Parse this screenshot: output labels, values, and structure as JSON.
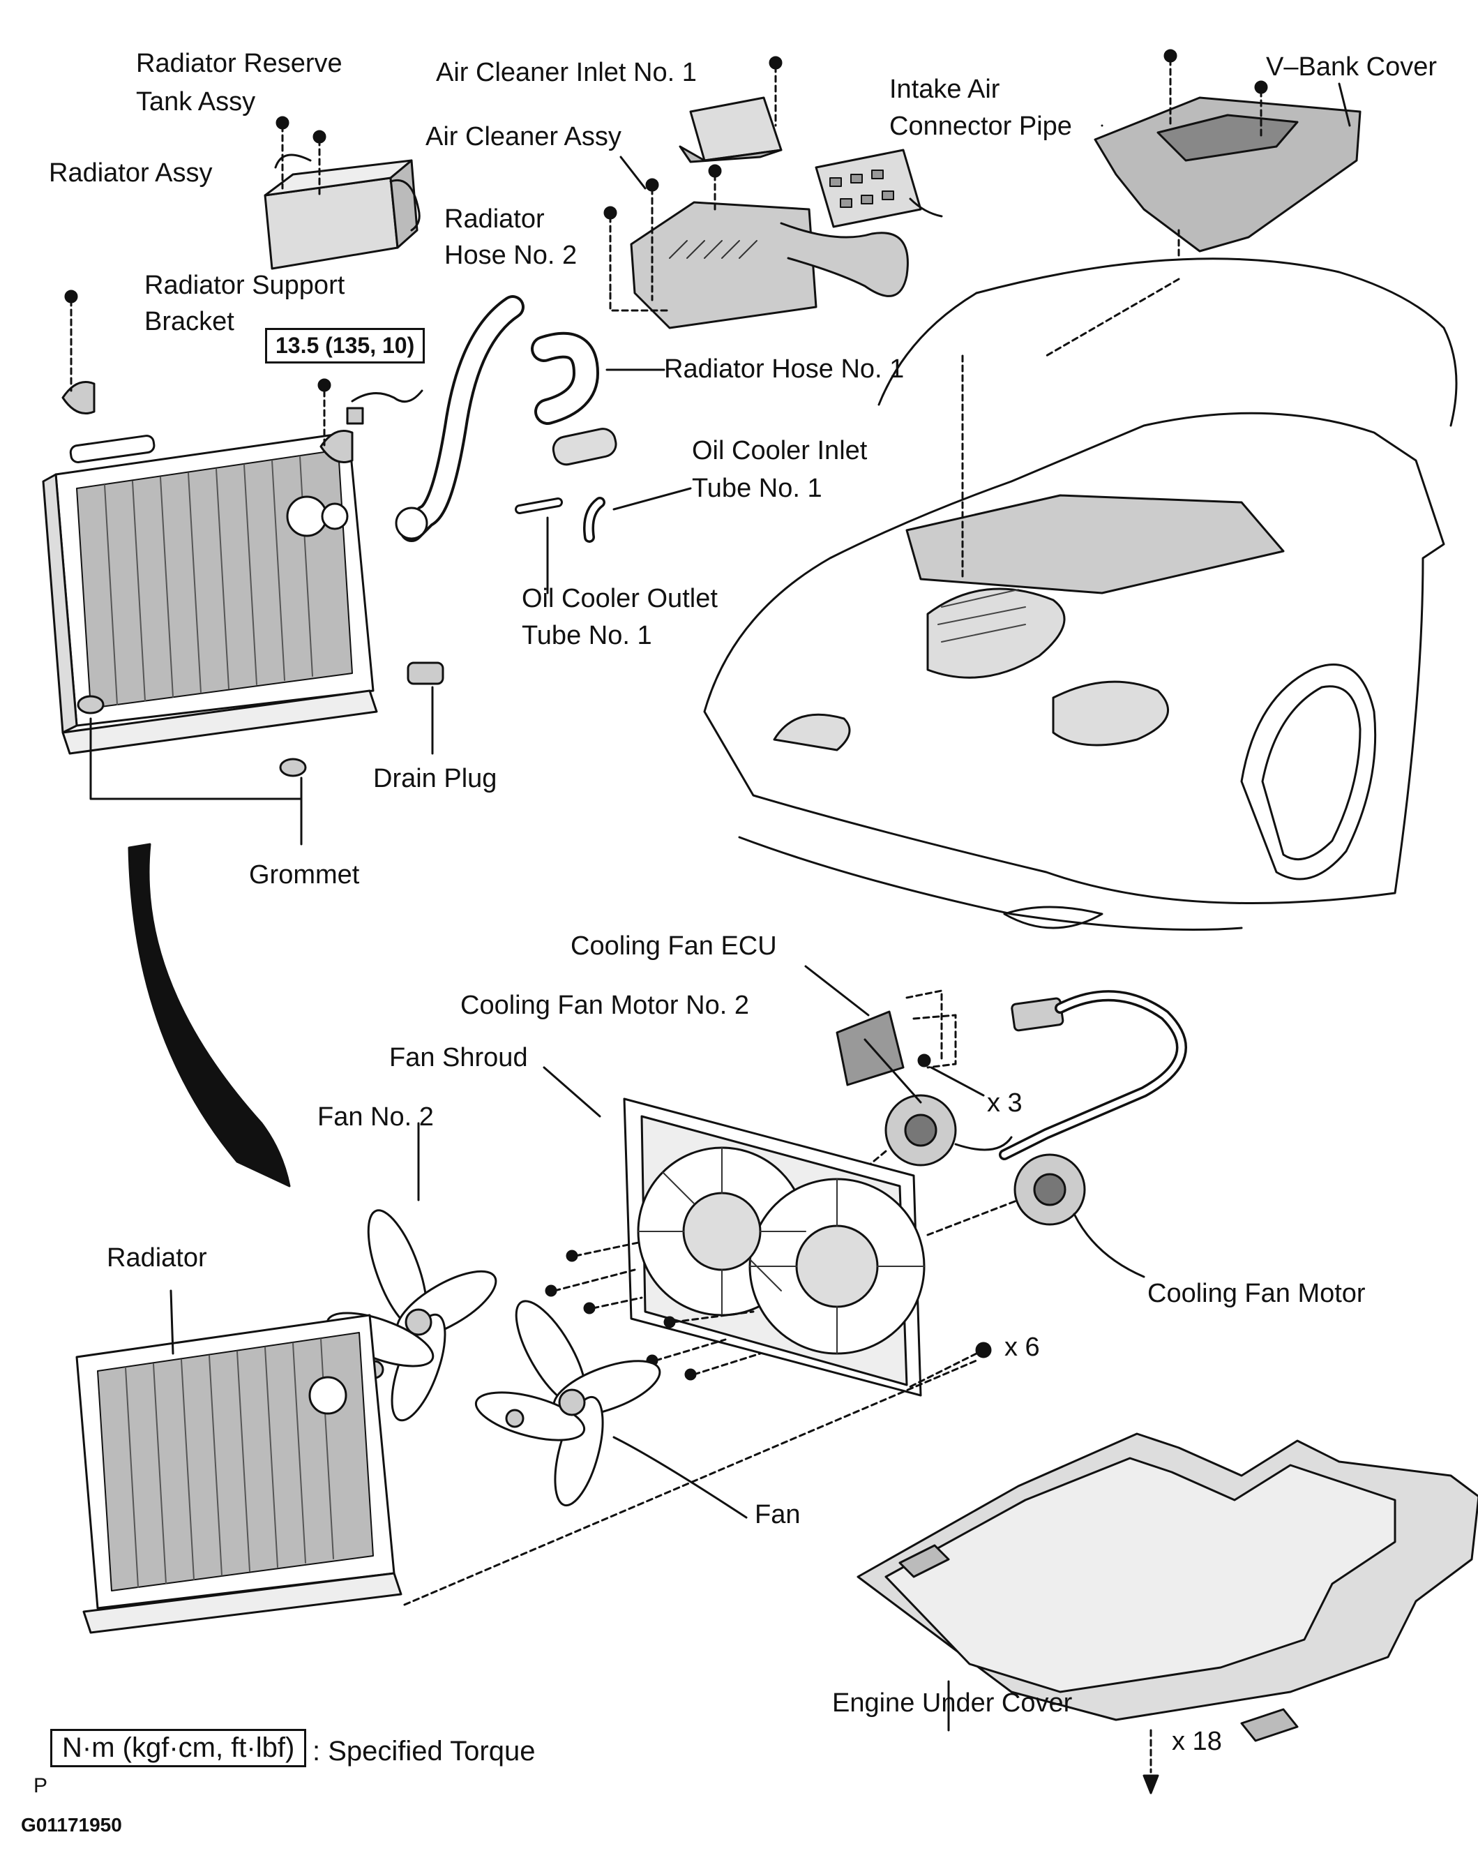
{
  "labels": {
    "radiator_reserve_tank_1": "Radiator Reserve",
    "radiator_reserve_tank_2": "Tank Assy",
    "air_cleaner_inlet": "Air Cleaner Inlet No. 1",
    "intake_air_1": "Intake Air",
    "intake_air_2": "Connector Pipe",
    "v_bank_cover": "V–Bank Cover",
    "air_cleaner_assy": "Air Cleaner Assy",
    "radiator_assy": "Radiator Assy",
    "radiator_hose_2_a": "Radiator",
    "radiator_hose_2_b": "Hose No. 2",
    "radiator_support_1": "Radiator Support",
    "radiator_support_2": "Bracket",
    "radiator_hose_1": "Radiator Hose No. 1",
    "oil_cooler_inlet_1": "Oil Cooler Inlet",
    "oil_cooler_inlet_2": "Tube No. 1",
    "oil_cooler_outlet_1": "Oil Cooler Outlet",
    "oil_cooler_outlet_2": "Tube No. 1",
    "drain_plug": "Drain Plug",
    "grommet": "Grommet",
    "cooling_fan_ecu": "Cooling Fan ECU",
    "cooling_fan_motor_2": "Cooling Fan Motor No. 2",
    "fan_shroud": "Fan Shroud",
    "x3": "x 3",
    "fan_no_2": "Fan No. 2",
    "radiator": "Radiator",
    "cooling_fan_motor": "Cooling Fan Motor",
    "x6": "x 6",
    "fan": "Fan",
    "engine_under_cover": "Engine Under Cover",
    "x18": "x 18"
  },
  "torque_value": "13.5 (135, 10)",
  "legend": {
    "box": "N·m (kgf·cm, ft·lbf)",
    "text": ": Specified Torque"
  },
  "corner_letter": "P",
  "figure_code": "G01171950"
}
